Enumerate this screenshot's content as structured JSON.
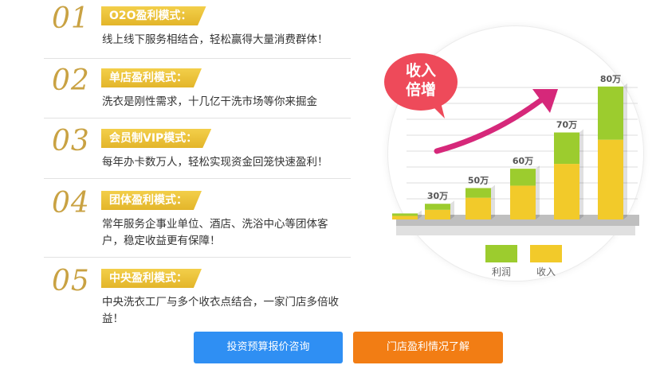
{
  "models": [
    {
      "number": "01",
      "title": "O2O盈利模式：",
      "desc": "线上线下服务相结合，轻松赢得大量消费群体！"
    },
    {
      "number": "02",
      "title": "单店盈利模式：",
      "desc": "洗衣是刚性需求，十几亿干洗市场等你来掘金"
    },
    {
      "number": "03",
      "title": "会员制VIP模式：",
      "desc": "每年办卡数万人，轻松实现资金回笼快速盈利！"
    },
    {
      "number": "04",
      "title": "团体盈利模式：",
      "desc": "常年服务企事业单位、酒店、洗浴中心等团体客户，稳定收益更有保障！"
    },
    {
      "number": "05",
      "title": "中央盈利模式：",
      "desc": "中央洗衣工厂与多个收衣点结合，一家门店多倍收益！"
    }
  ],
  "buttons": {
    "invest": "投资预算报价咨询",
    "store": "门店盈利情况了解"
  },
  "badge": {
    "line1": "收入",
    "line2": "倍增"
  },
  "colors": {
    "gold": "#c9a243",
    "tag": "#e8b92d",
    "blue": "#2f8ff3",
    "orange": "#f27d14",
    "badge": "#ee4a5a",
    "arrow": "#d6287a",
    "profit": "#9ccc2e",
    "income": "#f2ca2a"
  },
  "chart_data": {
    "type": "bar",
    "stacked": true,
    "categories": [
      "",
      "",
      "",
      "",
      "",
      ""
    ],
    "value_labels": [
      "",
      "30万",
      "50万",
      "60万",
      "70万",
      "80万"
    ],
    "series": [
      {
        "name": "收入",
        "values": [
          3,
          8,
          18,
          28,
          46,
          66
        ]
      },
      {
        "name": "利润",
        "values": [
          2,
          5,
          8,
          14,
          26,
          44
        ]
      }
    ],
    "legend": [
      "利润",
      "收入"
    ]
  }
}
